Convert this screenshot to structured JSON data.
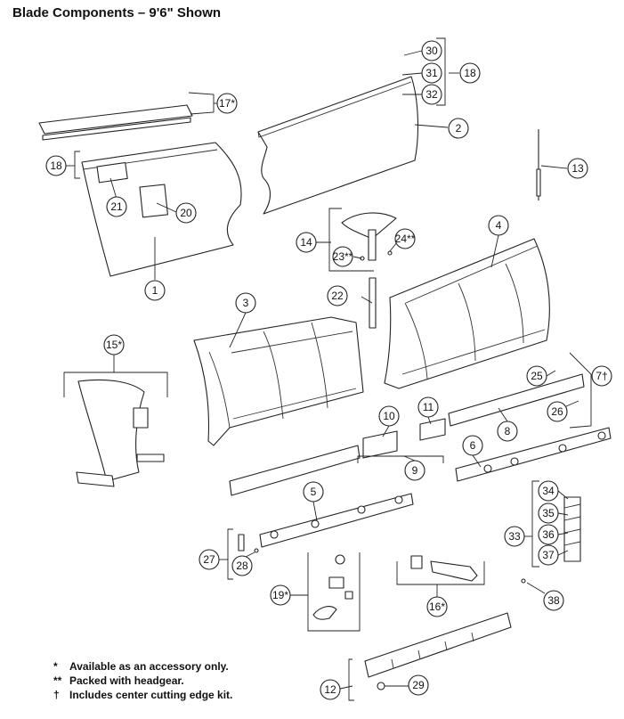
{
  "title": "Blade Components – 9'6\" Shown",
  "callouts": [
    "1",
    "2",
    "3",
    "4",
    "5",
    "6",
    "7†",
    "8",
    "9",
    "10",
    "11",
    "12",
    "13",
    "14",
    "15*",
    "16*",
    "17*",
    "18",
    "18",
    "19*",
    "20",
    "21",
    "22",
    "23**",
    "24**",
    "25",
    "26",
    "27",
    "28",
    "29",
    "30",
    "31",
    "32",
    "33",
    "34",
    "35",
    "36",
    "37",
    "38"
  ],
  "notes": [
    {
      "symbol": "*",
      "text": "Available as an accessory only."
    },
    {
      "symbol": "**",
      "text": "Packed with headgear."
    },
    {
      "symbol": "†",
      "text": "Includes center cutting edge kit."
    }
  ]
}
